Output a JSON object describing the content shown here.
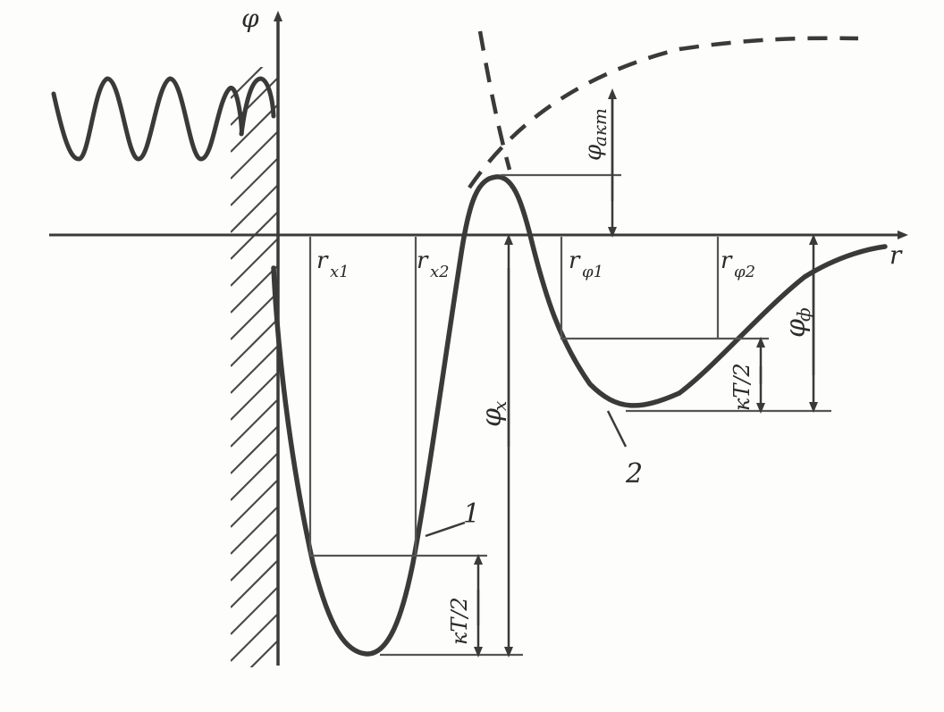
{
  "labels": {
    "phi_axis": "φ",
    "r_axis": "r",
    "r_x1": "r",
    "r_x1_sub": "x1",
    "r_x2": "r",
    "r_x2_sub": "x2",
    "r_f1": "r",
    "r_f1_sub": "φ1",
    "r_f2": "r",
    "r_f2_sub": "φ2",
    "phi_akt": "φ",
    "phi_akt_sub": "акт",
    "phi_x": "φ",
    "phi_x_sub": "x",
    "phi_f": "φ",
    "phi_f_sub": "ф",
    "kt2_chem": "кT/2",
    "kt2_phys": "кT/2",
    "curve1": "1",
    "curve2": "2"
  },
  "colors": {
    "ink": "#3a3a3a",
    "paper": "#fdfdfb"
  }
}
